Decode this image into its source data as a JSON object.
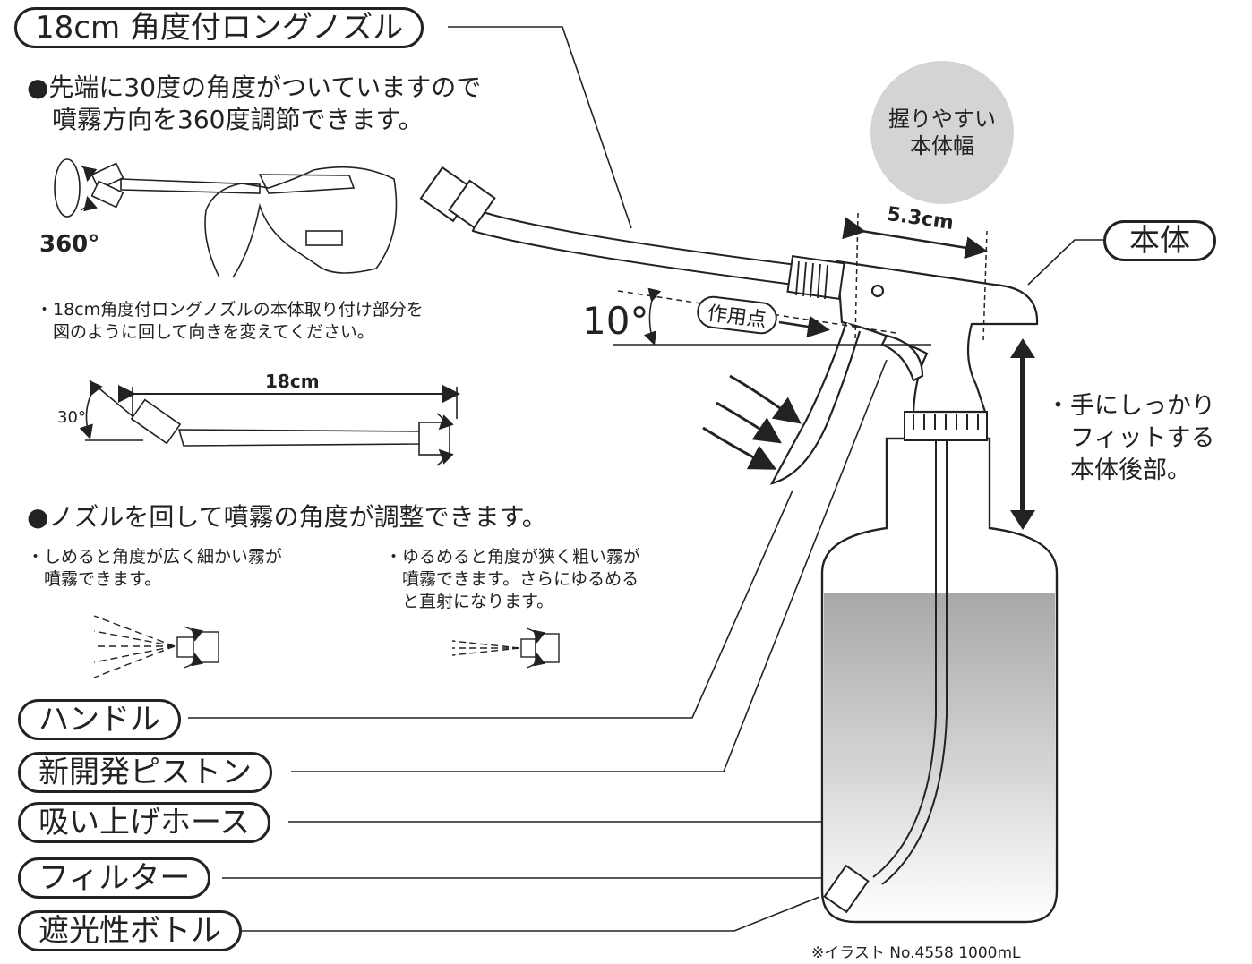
{
  "labels": {
    "nozzle": "18cm 角度付ロングノズル",
    "body": "本体",
    "handle": "ハンドル",
    "piston": "新開発ピストン",
    "hose": "吸い上げホース",
    "filter": "フィルター",
    "bottle": "遮光性ボトル",
    "action_point": "作用点"
  },
  "feature1": {
    "title": "●先端に30度の角度がついていますので\n　噴霧方向を360度調節できます。",
    "rotation": "360°",
    "note": "・18cm角度付ロングノズルの本体取り付け部分を\n　図のように回して向きを変えてください。",
    "length": "18cm",
    "angle": "30°"
  },
  "feature2": {
    "title": "●ノズルを回して噴霧の角度が調整できます。",
    "note_tight": "・しめると角度が広く細かい霧が\n　噴霧できます。",
    "note_loose": "・ゆるめると角度が狭く粗い霧が\n　噴霧できます。さらにゆるめる\n　と直射になります。"
  },
  "grip_badge": "握りやすい\n本体幅",
  "width_dim": "5.3cm",
  "tilt_angle": "10°",
  "fit_note": "・手にしっかり\n　フィットする\n　本体後部。",
  "footnote": "※イラスト No.4558 1000mL"
}
